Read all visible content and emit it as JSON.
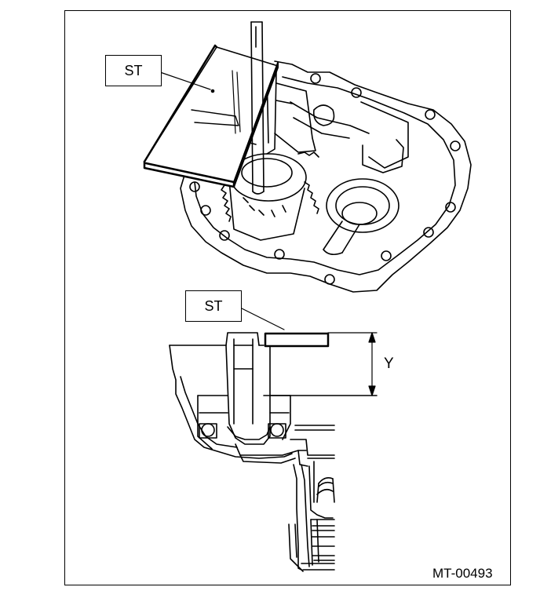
{
  "figure": {
    "callouts": [
      "ST",
      "ST"
    ],
    "dimension_label": "Y",
    "code": "MT-00493"
  }
}
